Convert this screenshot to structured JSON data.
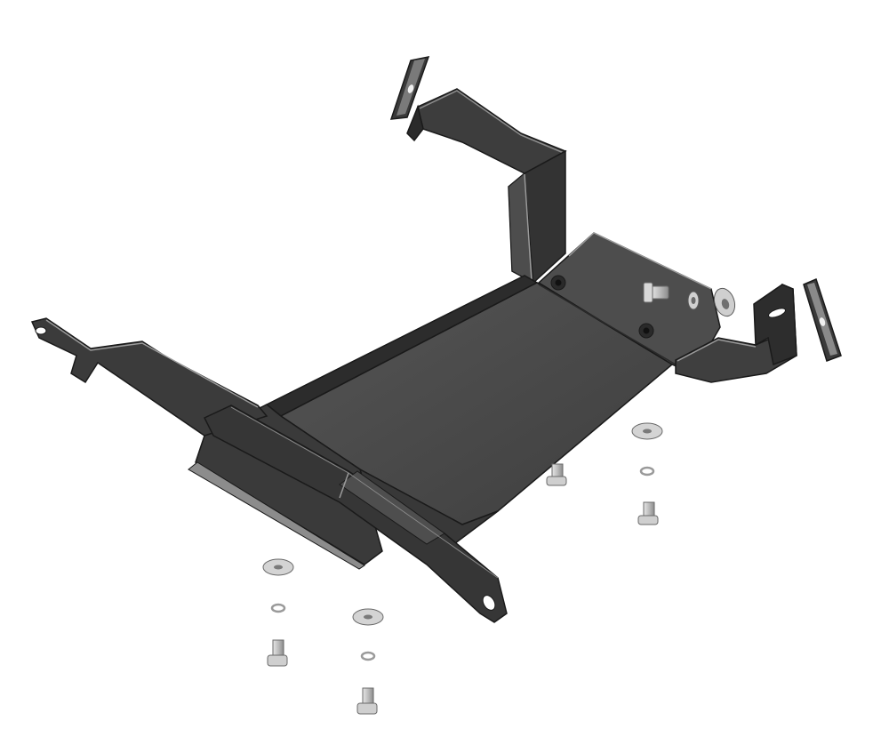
{
  "diagram": {
    "view": "exploded-isometric",
    "colors": {
      "background": "#ffffff",
      "plate_face": "#4a4a4a",
      "plate_dark": "#2f2f2f",
      "plate_mid": "#3b3b3b",
      "plate_light": "#6a6a6a",
      "edge_highlight": "#9a9a9a",
      "outline": "#1a1a1a",
      "hardware": "#c8c8c8",
      "hardware_dark": "#8a8a8a"
    },
    "parts": [
      {
        "id": "skid-plate",
        "kind": "main-plate"
      },
      {
        "id": "rear-bracket",
        "kind": "bracket"
      },
      {
        "id": "right-bracket",
        "kind": "bracket"
      },
      {
        "id": "left-mounting-arm",
        "kind": "arm"
      },
      {
        "id": "front-mounting-arm",
        "kind": "arm"
      },
      {
        "id": "spacer-plate-top",
        "kind": "spacer"
      },
      {
        "id": "spacer-plate-right",
        "kind": "spacer"
      }
    ],
    "hardware": [
      {
        "id": "bolt-1",
        "kind": "bolt"
      },
      {
        "id": "bolt-2",
        "kind": "bolt"
      },
      {
        "id": "bolt-3",
        "kind": "bolt"
      },
      {
        "id": "bolt-4",
        "kind": "bolt"
      },
      {
        "id": "bolt-5",
        "kind": "bolt"
      },
      {
        "id": "washer-1",
        "kind": "washer"
      },
      {
        "id": "washer-2",
        "kind": "washer"
      },
      {
        "id": "washer-3",
        "kind": "washer"
      },
      {
        "id": "lock-washer-1",
        "kind": "lock-washer"
      },
      {
        "id": "lock-washer-2",
        "kind": "lock-washer"
      },
      {
        "id": "lock-washer-3",
        "kind": "lock-washer"
      }
    ]
  }
}
